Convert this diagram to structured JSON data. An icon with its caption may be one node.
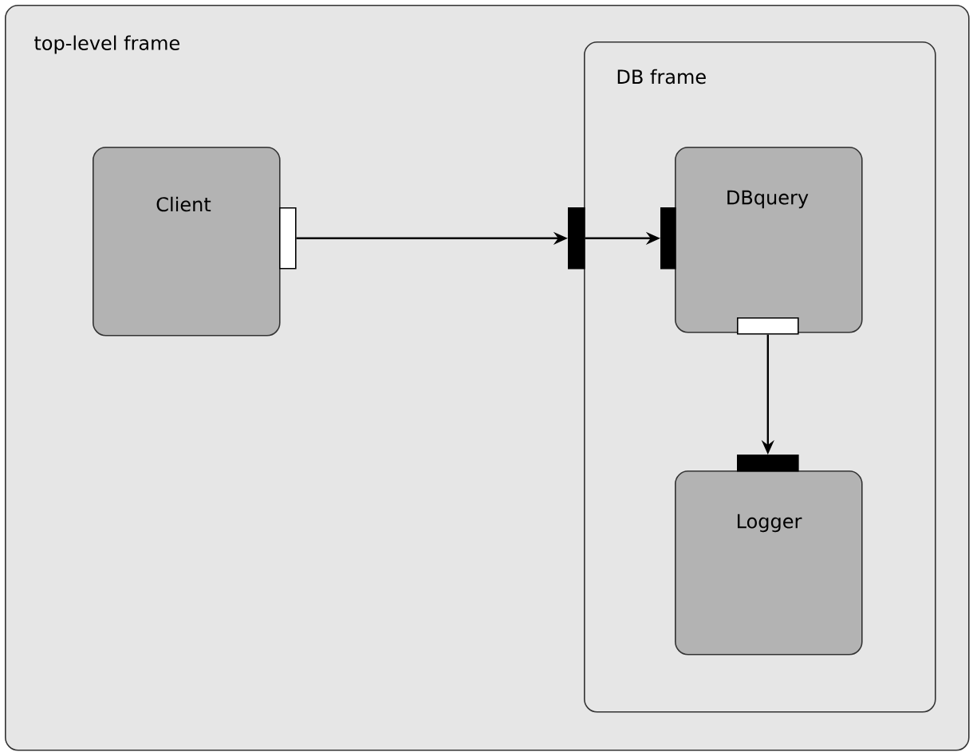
{
  "diagram": {
    "nodes": [
      {
        "text": [
          "top-level frame"
        ]
      },
      {
        "text": [
          "Client"
        ],
        "in": 0
      },
      {
        "text": [],
        "shape": "bar",
        "in": 0
      },
      {
        "text": [
          "DB frame"
        ],
        "in": 0
      },
      {
        "text": [],
        "shape": "bar",
        "in": 0
      },
      {
        "text": [
          "DBquery"
        ],
        "in": 3
      },
      {
        "text": [],
        "shape": "bar",
        "in": 3
      },
      {
        "text": [],
        "shape": "bar",
        "in": 5
      },
      {
        "text": [
          "Logger"
        ],
        "in": 3
      },
      {
        "text": [],
        "shape": "bar",
        "in": 3
      }
    ],
    "edges": [
      {
        "from": 2,
        "to": 4,
        "arrow": "to"
      },
      {
        "from": 4,
        "to": 6,
        "arrow": "to"
      },
      {
        "from": 7,
        "to": 9,
        "arrow": "to"
      }
    ]
  }
}
